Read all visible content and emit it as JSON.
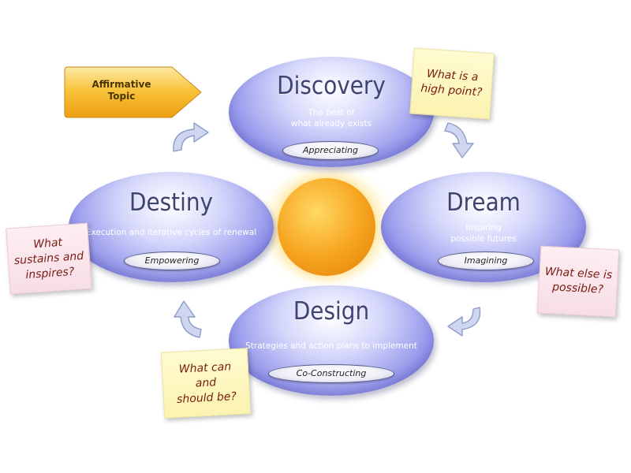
{
  "topic": {
    "label": "Affirmative\nTopic"
  },
  "phases": {
    "discovery": {
      "title": "Discovery",
      "description": "The best of\nwhat already exists",
      "activity": "Appreciating"
    },
    "dream": {
      "title": "Dream",
      "description": "Inspiring\npossible futures",
      "activity": "Imagining"
    },
    "design": {
      "title": "Design",
      "description": "Strategies and action plans to implement",
      "activity": "Co-Constructing"
    },
    "destiny": {
      "title": "Destiny",
      "description": "Execution and iterative cycles of renewal",
      "activity": "Empowering"
    }
  },
  "notes": {
    "discovery": "What is a\nhigh point?",
    "dream": "What else is\npossible?",
    "design": "What can and\nshould be?",
    "destiny": "What\nsustains and\ninspires?"
  },
  "colors": {
    "phase_fill": "#8c8ee8",
    "phase_title": "#3d4470",
    "sun": "#f7a622",
    "topic_fill": "#f8b628",
    "note_yellow": "#fbf3b0",
    "note_pink": "#f7dde5",
    "note_text": "#7a1a10",
    "arrow_fill": "#cfd6f0",
    "arrow_stroke": "#8f9cc8"
  },
  "icons": [
    "cycle-arrow-icon"
  ]
}
